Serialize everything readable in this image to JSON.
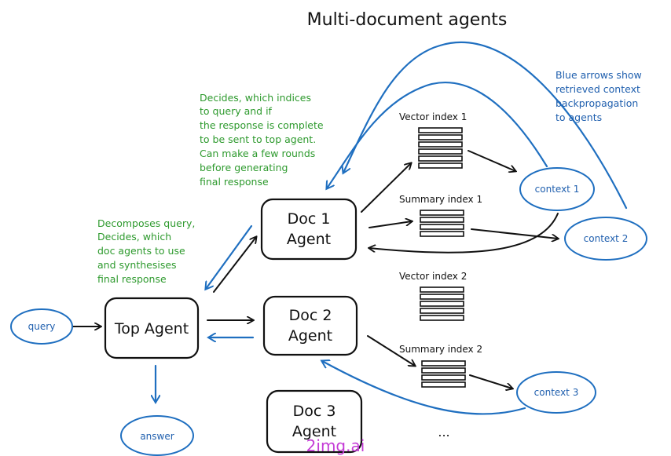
{
  "title": "Multi-document agents",
  "nodes": {
    "top_agent": "Top Agent",
    "doc1_line1": "Doc 1",
    "doc1_line2": "Agent",
    "doc2_line1": "Doc 2",
    "doc2_line2": "Agent",
    "doc3_line1": "Doc 3",
    "doc3_line2": "Agent",
    "query": "query",
    "answer": "answer",
    "context1": "context 1",
    "context2": "context 2",
    "context3": "context 3"
  },
  "indices": {
    "vector1": "Vector index 1",
    "summary1": "Summary index 1",
    "vector2": "Vector index 2",
    "summary2": "Summary index 2",
    "more": "..."
  },
  "notes": {
    "doc_agent": [
      "Decides, which indices",
      "to query and if",
      "the response is complete",
      "to be sent to top agent.",
      "Can make a few rounds",
      "before generating",
      "final response"
    ],
    "top_agent": [
      "Decomposes query,",
      "Decides, which",
      "doc agents to use",
      "and synthesises",
      " final response"
    ],
    "blue_arrows": [
      "Blue arrows show",
      "retrieved context",
      "backpropagation",
      "to agents"
    ]
  },
  "watermark": "2img.ai",
  "colors": {
    "green_notes": "#2e9a2e",
    "blue_arrows": "#1f6fc0",
    "black_lines": "#111111",
    "watermark": "#c43bd6"
  }
}
